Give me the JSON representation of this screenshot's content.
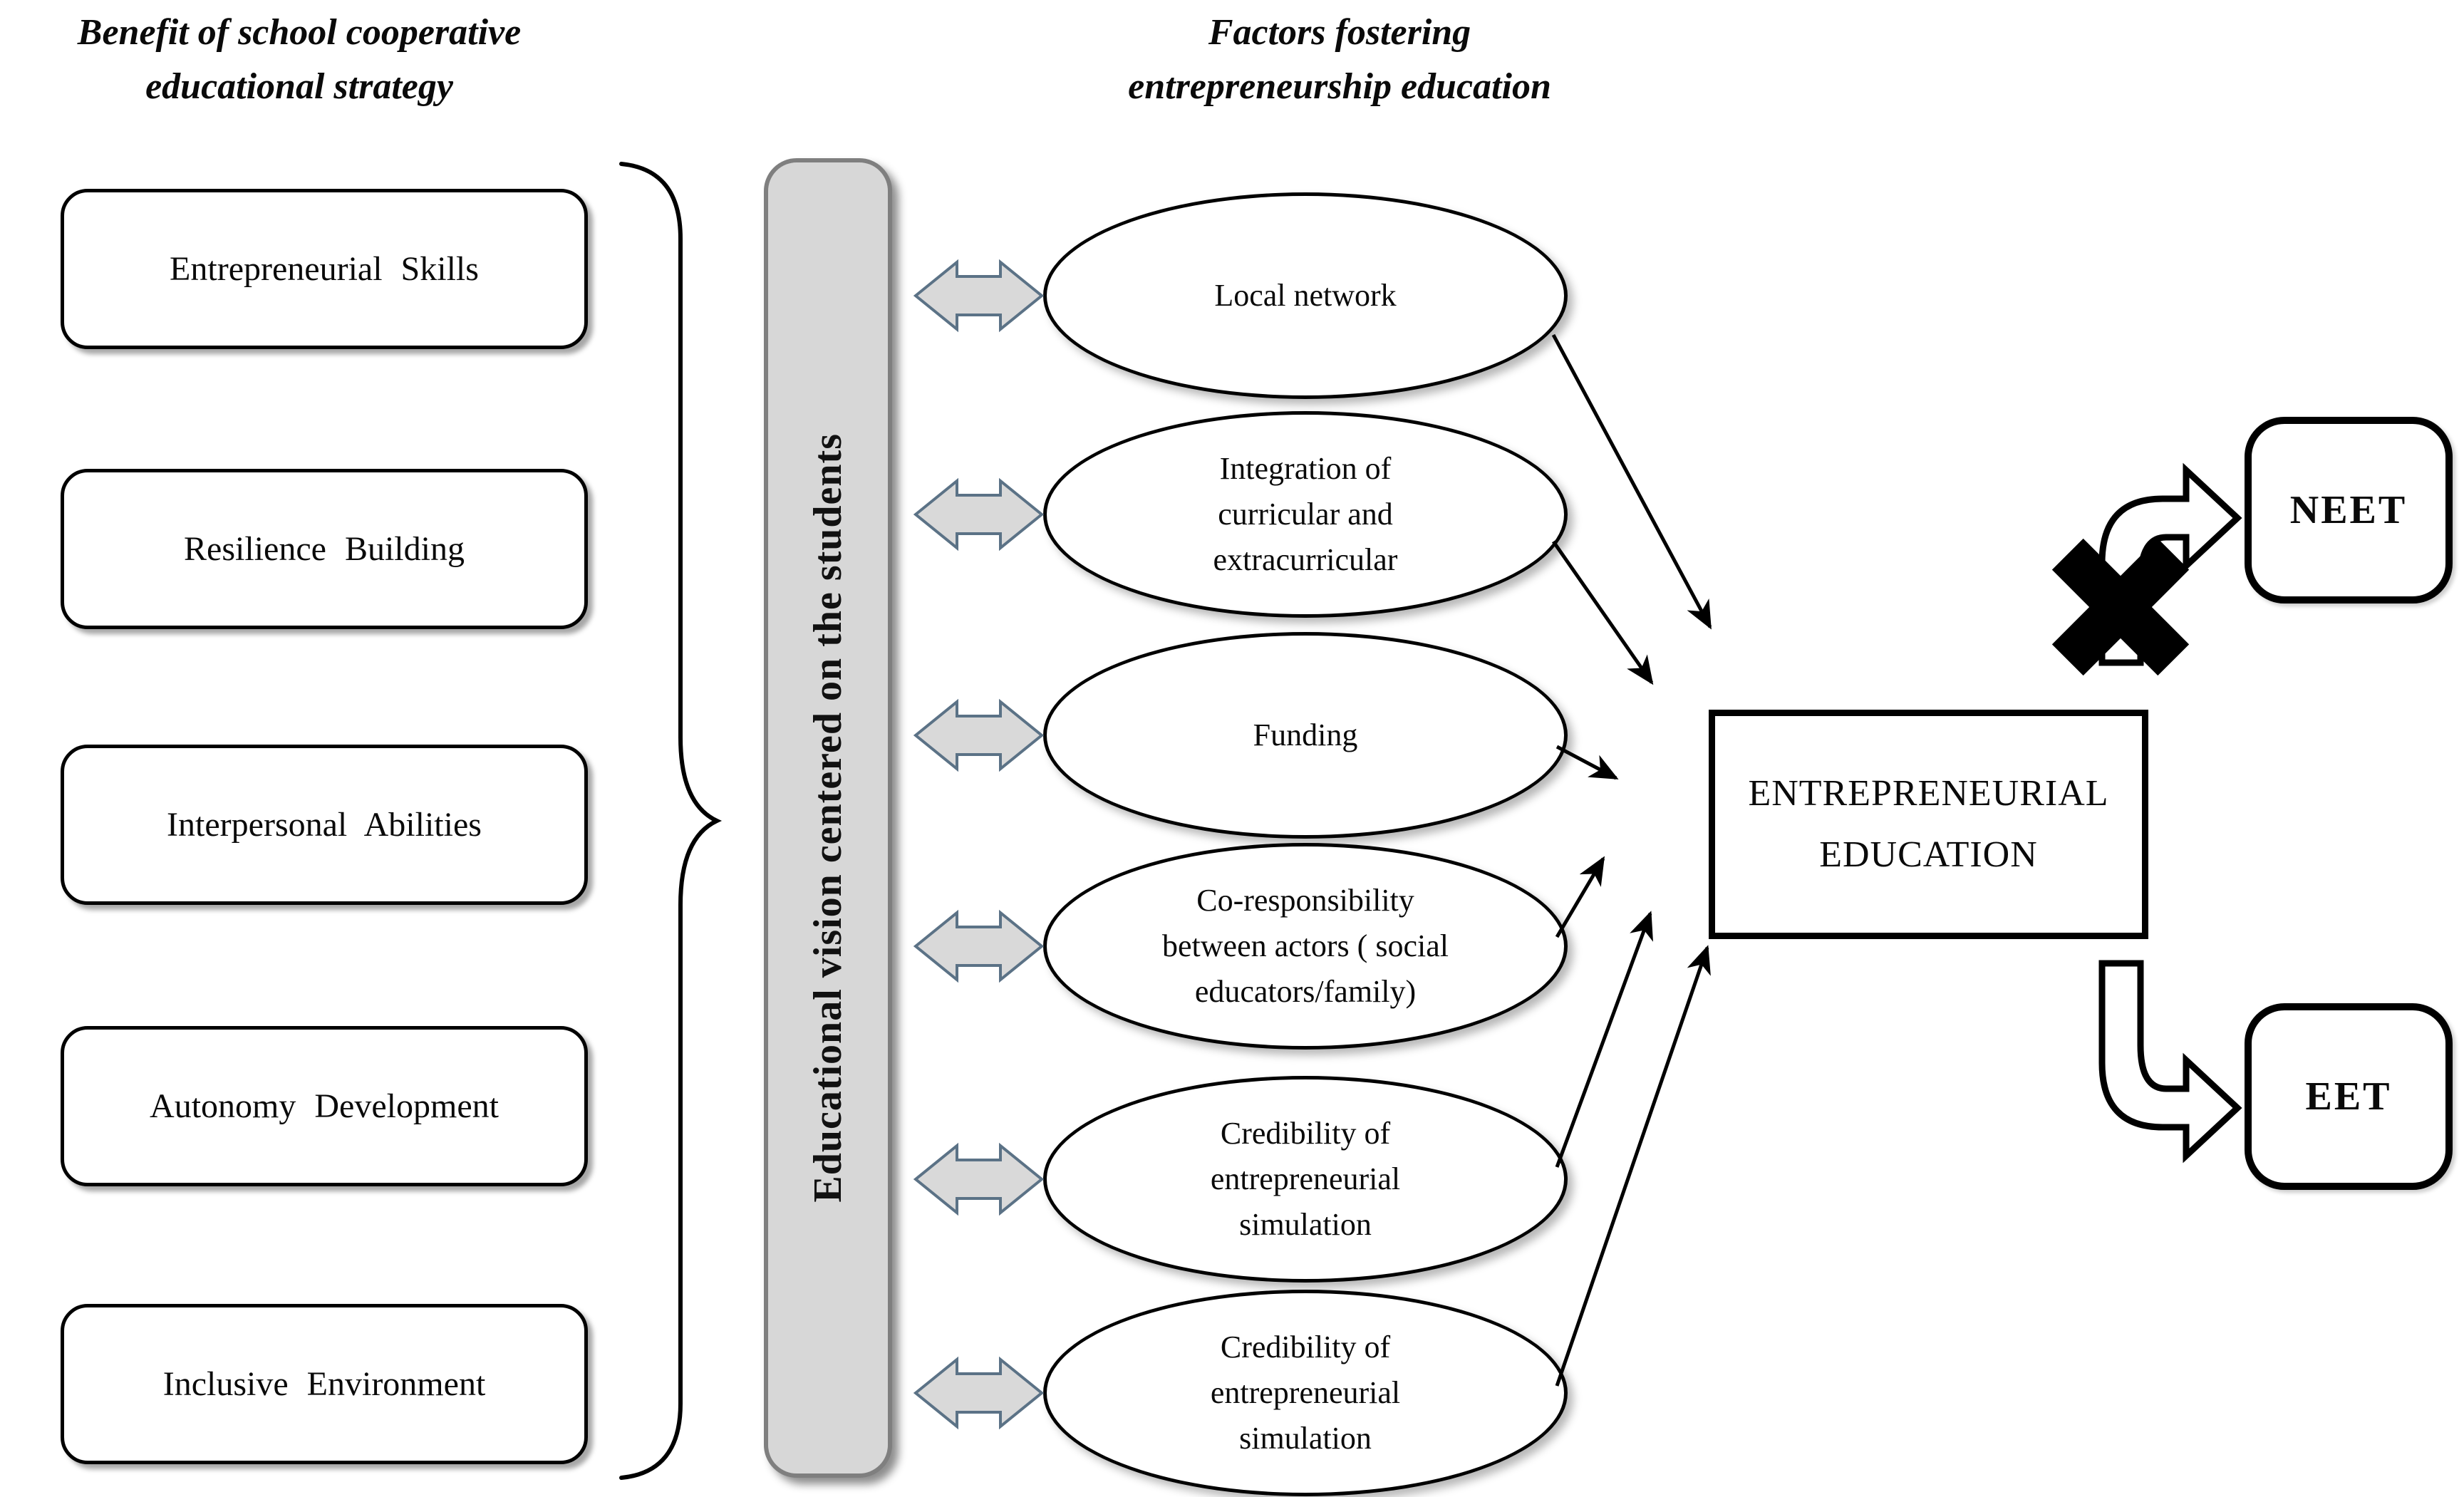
{
  "titles": {
    "left": {
      "line1": "Benefit of school cooperative",
      "line2": "educational strategy"
    },
    "right": {
      "line1": "Factors fostering",
      "line2": "entrepreneurship education"
    }
  },
  "benefits": [
    {
      "label": "Entrepreneurial Skills"
    },
    {
      "label": "Resilience Building"
    },
    {
      "label": "Interpersonal Abilities"
    },
    {
      "label": "Autonomy Development"
    },
    {
      "label": "Inclusive Environment"
    }
  ],
  "vision_bar": {
    "label": "Educational vision centered on the students"
  },
  "factors": [
    {
      "lines": [
        "Local network"
      ]
    },
    {
      "lines": [
        "Integration of",
        "curricular and",
        "extracurricular"
      ]
    },
    {
      "lines": [
        "Funding"
      ]
    },
    {
      "lines": [
        "Co-responsibility",
        "between actors ( social",
        "educators/family)"
      ]
    },
    {
      "lines": [
        "Credibility of",
        "entrepreneurial",
        "simulation"
      ]
    },
    {
      "lines": [
        "Credibility of",
        "entrepreneurial",
        "simulation"
      ]
    }
  ],
  "outcome": {
    "line1": "ENTREPRENEURIAL",
    "line2": "EDUCATION"
  },
  "paths": {
    "blocked": "NEET",
    "enabled": "EET"
  },
  "icons": {
    "double_arrow": "left-right-arrow",
    "cross": "x-mark",
    "brace": "right-curly-brace",
    "elbow_up": "bent-arrow-up-right",
    "elbow_down": "bent-arrow-down-right",
    "thin_arrow": "diagonal-arrow"
  },
  "colors": {
    "ink": "#000000",
    "bar_fill": "#d7d7d7",
    "bar_border": "#7f7f7f",
    "double_arrow_fill": "#d9d9d9",
    "double_arrow_outline": "#5b7286",
    "background": "#ffffff"
  }
}
